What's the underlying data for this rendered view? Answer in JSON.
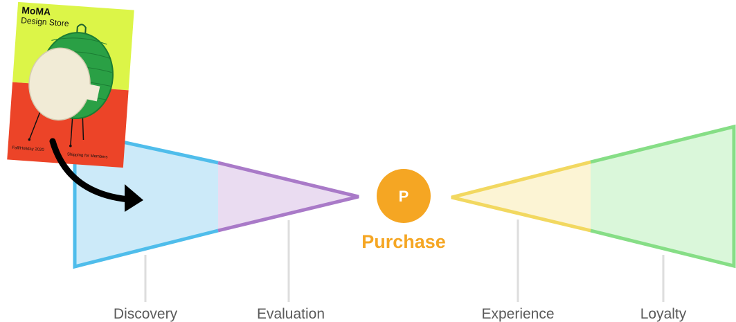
{
  "stages": {
    "discovery": "Discovery",
    "evaluation": "Evaluation",
    "experience": "Experience",
    "loyalty": "Loyalty"
  },
  "purchase": {
    "badge_letter": "P",
    "label": "Purchase"
  },
  "catalog": {
    "brand": "MoMA",
    "subtitle": "Design Store",
    "season": "Fall/Holiday 2020",
    "note": "Shipping for Members"
  },
  "colors": {
    "discovery_stroke": "#4fbdeb",
    "discovery_fill": "#cceaf9",
    "evaluation_stroke": "#a97ac8",
    "evaluation_fill": "#eadcf1",
    "purchase_accent": "#f5a623",
    "experience_stroke": "#f2d860",
    "experience_fill": "#fcf4d4",
    "loyalty_stroke": "#86de86",
    "loyalty_fill": "#daf7da",
    "label_gray": "#5a5a5a",
    "guide_gray": "#dddddd"
  }
}
